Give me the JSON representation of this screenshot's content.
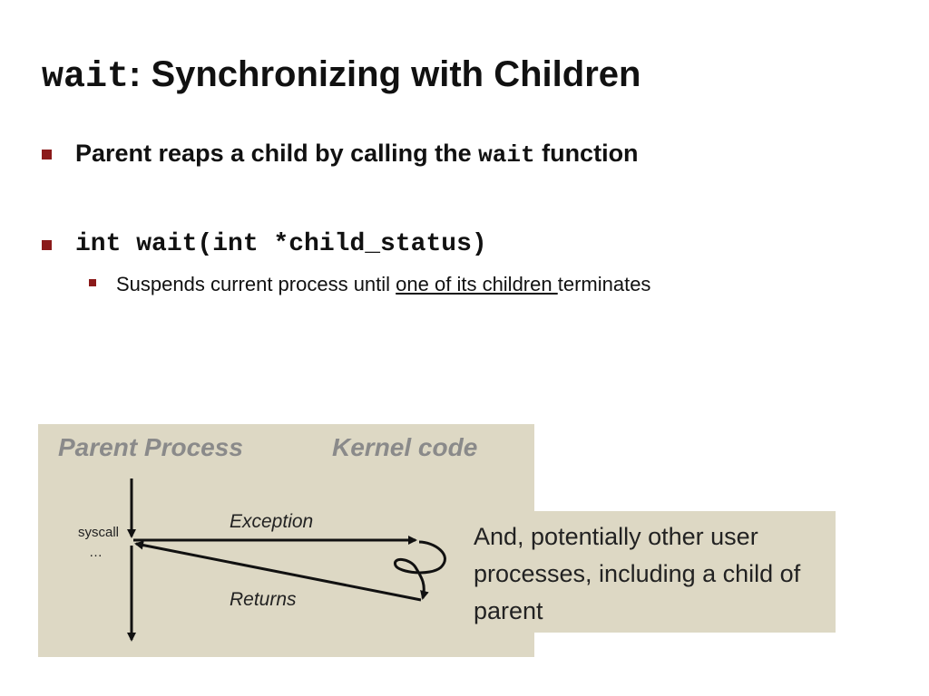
{
  "slide": {
    "title_code": "wait",
    "title_text": ": Synchronizing with Children",
    "bullet1": {
      "pre": "Parent reaps a child by calling the ",
      "code": "wait",
      "post": " function"
    },
    "bullet2_code": "int wait(int *child_status)",
    "sub_bullet": {
      "pre": "Suspends current process until ",
      "underlined": "one of its children ",
      "post": "terminates"
    }
  },
  "diagram": {
    "parent_header": "Parent Process",
    "kernel_header": "Kernel code",
    "syscall_label": "syscall",
    "ellipsis_label": "…",
    "exception_label": "Exception",
    "returns_label": "Returns",
    "note": "And, potentially other user processes, including a child of parent"
  },
  "colors": {
    "bullet": "#8b1a1a",
    "panel": "#ddd8c4",
    "header_gray": "#8a8a8a"
  }
}
